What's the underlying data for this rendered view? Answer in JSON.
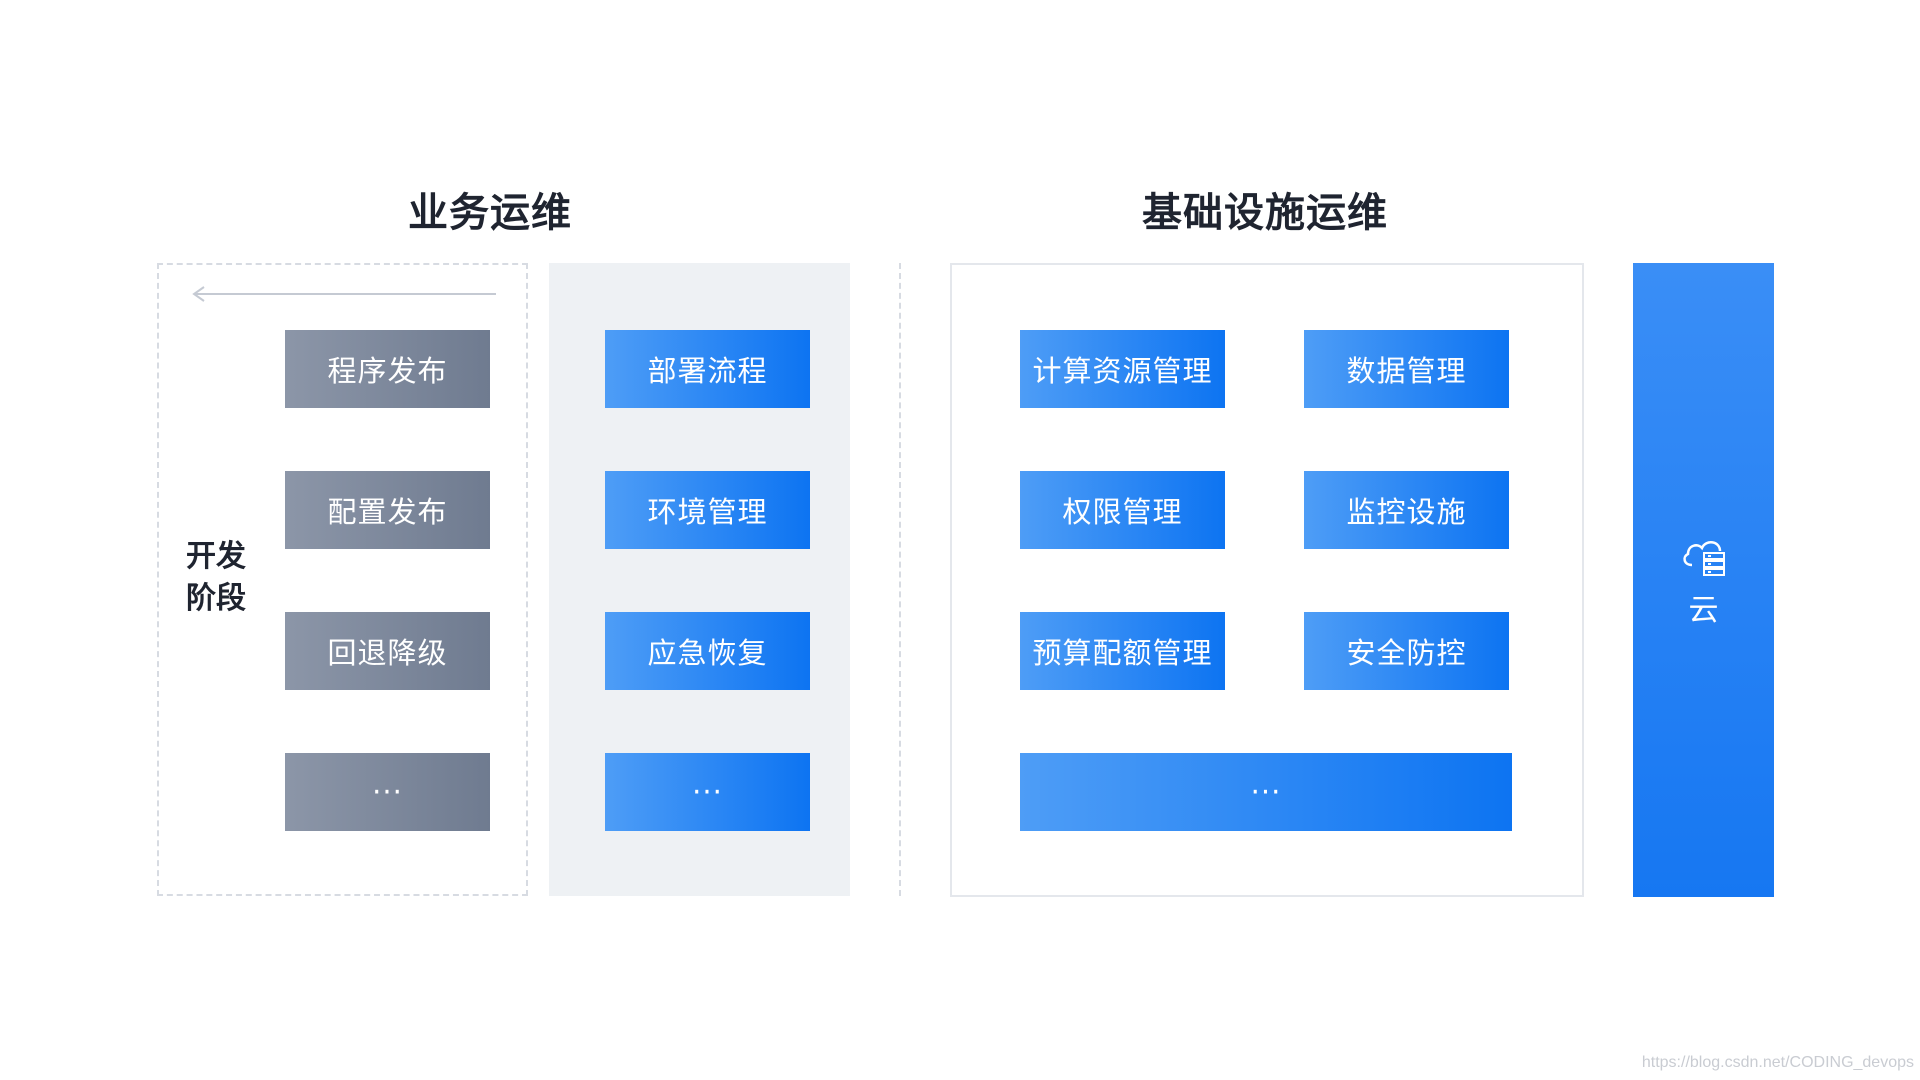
{
  "titles": {
    "business_ops": "业务运维",
    "infra_ops": "基础设施运维"
  },
  "dev_stage": {
    "label": "开发\n阶段"
  },
  "gray_boxes": [
    "程序发布",
    "配置发布",
    "回退降级",
    "···"
  ],
  "business_blue_boxes": [
    "部署流程",
    "环境管理",
    "应急恢复",
    "···"
  ],
  "infra_boxes": [
    "计算资源管理",
    "数据管理",
    "权限管理",
    "监控设施",
    "预算配额管理",
    "安全防控",
    "···"
  ],
  "cloud": {
    "icon": "cloud-server-icon",
    "label": "云"
  },
  "watermark": "https://blog.csdn.net/CODING_devops",
  "colors": {
    "blue_start": "#4e9df6",
    "blue_end": "#0d74f2",
    "gray_start": "#8c96a8",
    "gray_end": "#6f7b90",
    "panel_gray": "#eef1f4"
  }
}
